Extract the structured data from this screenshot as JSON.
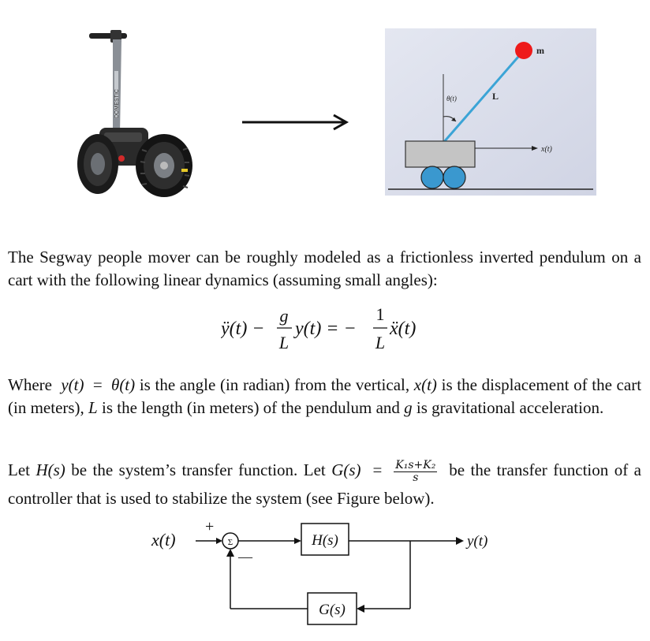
{
  "figure_top": {
    "photo": {
      "wheel_text": "DOMESTIC"
    },
    "pendulum": {
      "mass_label": "m",
      "length_label": "L",
      "angle_label": "θ(t)",
      "displacement_label": "x(t)"
    }
  },
  "paragraph1": "The Segway people mover can be roughly modeled as a frictionless inverted pendulum on a cart with the following linear dynamics (assuming small angles):",
  "equation": {
    "lhs1": "ÿ(t) −",
    "frac1_num": "g",
    "frac1_den": "L",
    "lhs2": "y(t) = −",
    "frac2_num": "1",
    "frac2_den": "L",
    "rhs": "ẍ(t)"
  },
  "paragraph2": {
    "p1": "Where",
    "yt": "y(t)",
    "p2": "=",
    "theta": "θ(t)",
    "p3": "is the angle (in radian) from the vertical,",
    "xt": "x(t)",
    "p4": "is the displacement of the cart (in meters),",
    "L": "L",
    "p5": "is the length (in meters) of the pendulum and",
    "g": "g",
    "p6": "is gravitational acceleration."
  },
  "paragraph3": {
    "p1": "Let",
    "Hs": "H(s)",
    "p2": "be the system’s transfer function. Let",
    "Gs": "G(s)",
    "eq": "=",
    "frac_num": "K₁s+K₂",
    "frac_den": "s",
    "p3": "be the transfer function of a controller that is used to stabilize the system (see Figure below)."
  },
  "block_diagram": {
    "input_label": "x(t)",
    "plus_sign": "+",
    "minus_sign": "—",
    "sum_symbol": "Σ",
    "forward_block": "H(s)",
    "feedback_block": "G(s)",
    "output_label": "y(t)"
  }
}
